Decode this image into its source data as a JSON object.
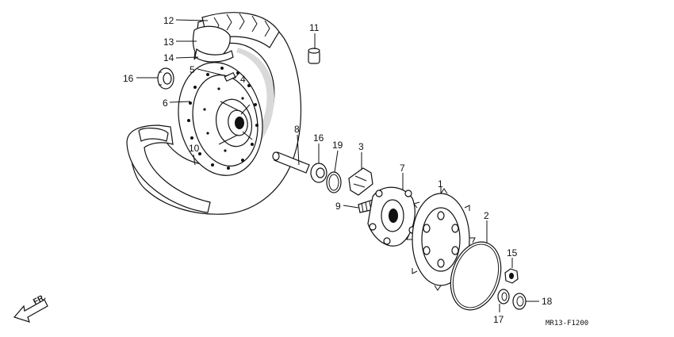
{
  "diagram": {
    "code": "MR13-F1200",
    "direction_label": "FR.",
    "callouts": {
      "c12": "12",
      "c13": "13",
      "c14": "14",
      "c5": "5",
      "c4": "4",
      "c16a": "16",
      "c6": "6",
      "c10": "10",
      "c11": "11",
      "c8": "8",
      "c16b": "16",
      "c19": "19",
      "c3": "3",
      "c7": "7",
      "c9": "9",
      "c1": "1",
      "c2": "2",
      "c15": "15",
      "c18": "18",
      "c17": "17"
    }
  }
}
